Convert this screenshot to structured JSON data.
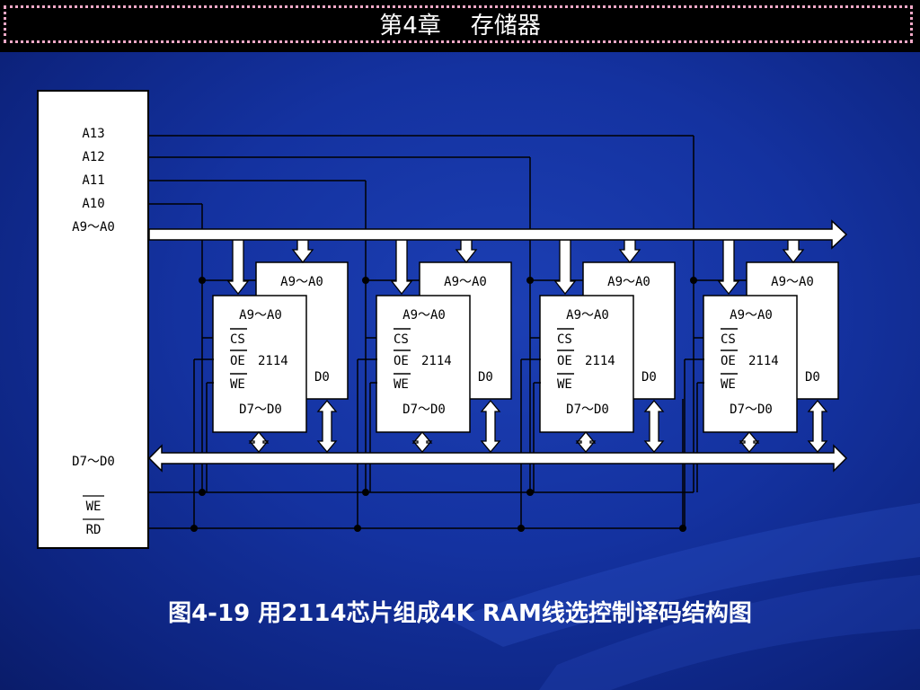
{
  "header": {
    "title": "第4章    存储器"
  },
  "cpu": {
    "addr_labels": [
      "A13",
      "A12",
      "A11",
      "A10",
      "A9～A0"
    ],
    "data_label": "D7～D0",
    "we_label": "WE",
    "rd_label": "RD"
  },
  "chip": {
    "addr": "A9～A0",
    "cs": "CS",
    "oe": "OE",
    "part": "2114",
    "we": "WE",
    "data": "D7～D0",
    "back_data": "D0"
  },
  "caption": "图4-19  用2114芯片组成4K RAM线选控制译码结构图",
  "colors": {
    "accent_frame": "#f2a9c7",
    "line": "#000000",
    "fill": "#ffffff"
  }
}
